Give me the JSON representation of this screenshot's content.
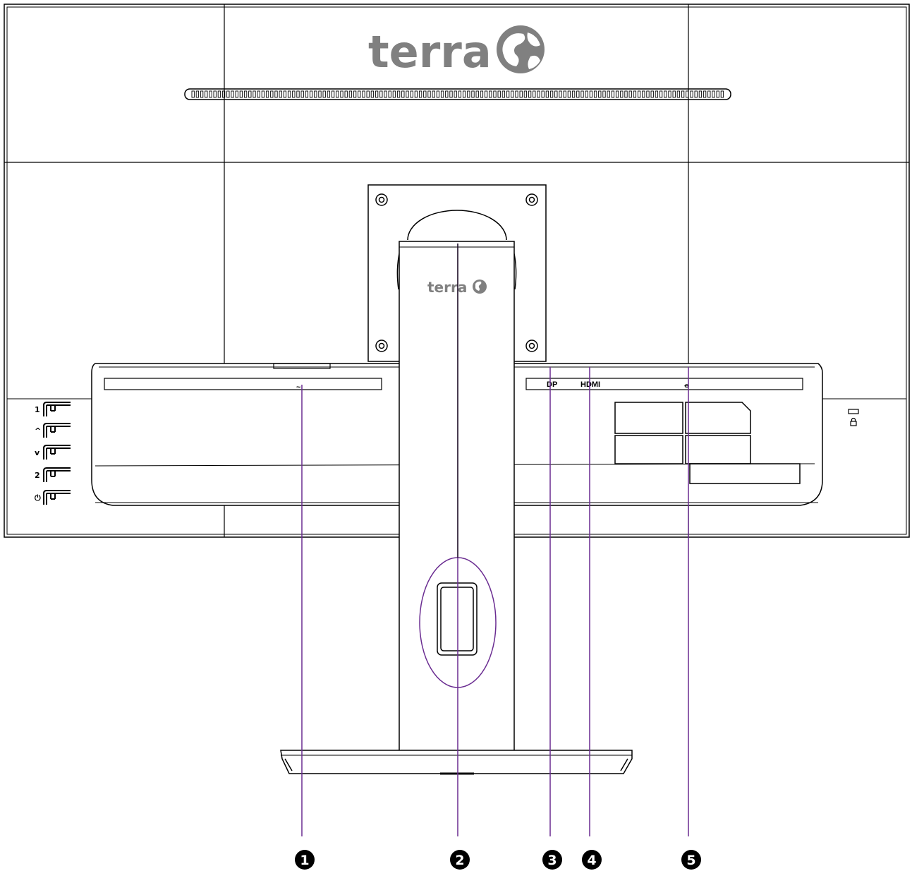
{
  "brand": {
    "top_logo_text": "terra",
    "stand_logo_text": "terra"
  },
  "side_buttons": [
    {
      "label": "1",
      "icon": "button-1-icon"
    },
    {
      "label": "^",
      "icon": "up-arrow-icon"
    },
    {
      "label": "v",
      "icon": "down-arrow-icon"
    },
    {
      "label": "2",
      "icon": "button-2-icon"
    },
    {
      "label": "⏻",
      "icon": "power-icon"
    }
  ],
  "ports": {
    "power": "~",
    "dp": "DP",
    "hdmi": "HDMI",
    "audio": "⦵"
  },
  "callouts": [
    {
      "label": "1"
    },
    {
      "label": "2"
    },
    {
      "label": "3"
    },
    {
      "label": "4"
    },
    {
      "label": "5"
    }
  ],
  "colors": {
    "outline": "#000000",
    "callout_line": "#6a2c91",
    "logo_gray": "#808080"
  }
}
